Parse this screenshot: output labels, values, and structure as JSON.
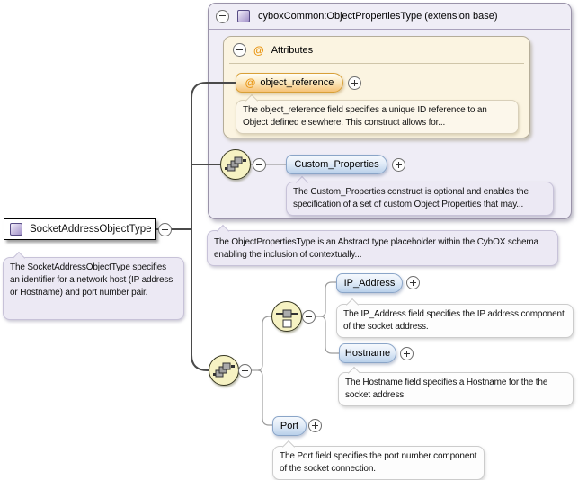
{
  "symbols": {
    "at": "@"
  },
  "colors": {
    "element_node_fill": "#B9D0EA",
    "attribute_node_fill": "#F6C277",
    "compositor_fill": "#F6F2C3",
    "base_panel_fill": "#EFEDF6",
    "attributes_panel_fill": "#FBF4E1",
    "description_bubble_fill": "#ECE9F4"
  },
  "root_element": {
    "label": "SocketAddressObjectType",
    "description": "The SocketAddressObjectType specifies an identifier for a network host (IP address or Hostname) and port number pair."
  },
  "base_type": {
    "title": "cyboxCommon:ObjectPropertiesType (extension base)",
    "description": "The ObjectPropertiesType is an Abstract type placeholder within the CybOX schema enabling the inclusion of contextually...",
    "attributes_section": {
      "title": "Attributes",
      "attributes": [
        {
          "name": "object_reference",
          "description": "The object_reference field specifies a unique ID reference to an Object defined elsewhere. This construct allows for..."
        }
      ]
    },
    "elements": [
      {
        "name": "Custom_Properties",
        "description": "The Custom_Properties construct is optional and enables the specification of a set of custom Object Properties that may..."
      }
    ]
  },
  "extension_content": {
    "choice_elements": [
      {
        "name": "IP_Address",
        "description": "The IP_Address field specifies the IP address component of the socket address."
      },
      {
        "name": "Hostname",
        "description": "The Hostname field specifies a Hostname for the the socket address."
      }
    ],
    "sequence_elements": [
      {
        "name": "Port",
        "description": "The Port field specifies the port number component of the socket connection."
      }
    ]
  }
}
